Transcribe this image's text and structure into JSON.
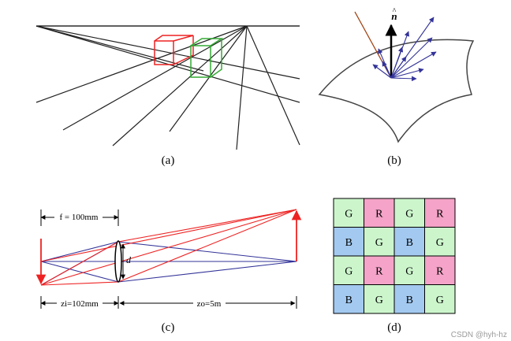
{
  "captions": {
    "a": "(a)",
    "b": "(b)",
    "c": "(c)",
    "d": "(d)"
  },
  "panel_b": {
    "normal_label": "n",
    "normal_hat": "^"
  },
  "panel_c": {
    "focal_label": "f = 100mm",
    "aperture_label": "d",
    "zi_label": "zi=102mm",
    "zo_label": "zo=5m"
  },
  "panel_d": {
    "grid": [
      [
        "G",
        "R",
        "G",
        "R"
      ],
      [
        "B",
        "G",
        "B",
        "G"
      ],
      [
        "G",
        "R",
        "G",
        "R"
      ],
      [
        "B",
        "G",
        "B",
        "G"
      ]
    ],
    "colors": {
      "G": "#ccf5cc",
      "R": "#f5a3c8",
      "B": "#a3c9f0"
    }
  },
  "colors": {
    "red": "#ee2222",
    "green": "#33aa33",
    "blue": "#333399",
    "ray_brown": "#a04010"
  },
  "watermark": "CSDN @hyh-hz"
}
